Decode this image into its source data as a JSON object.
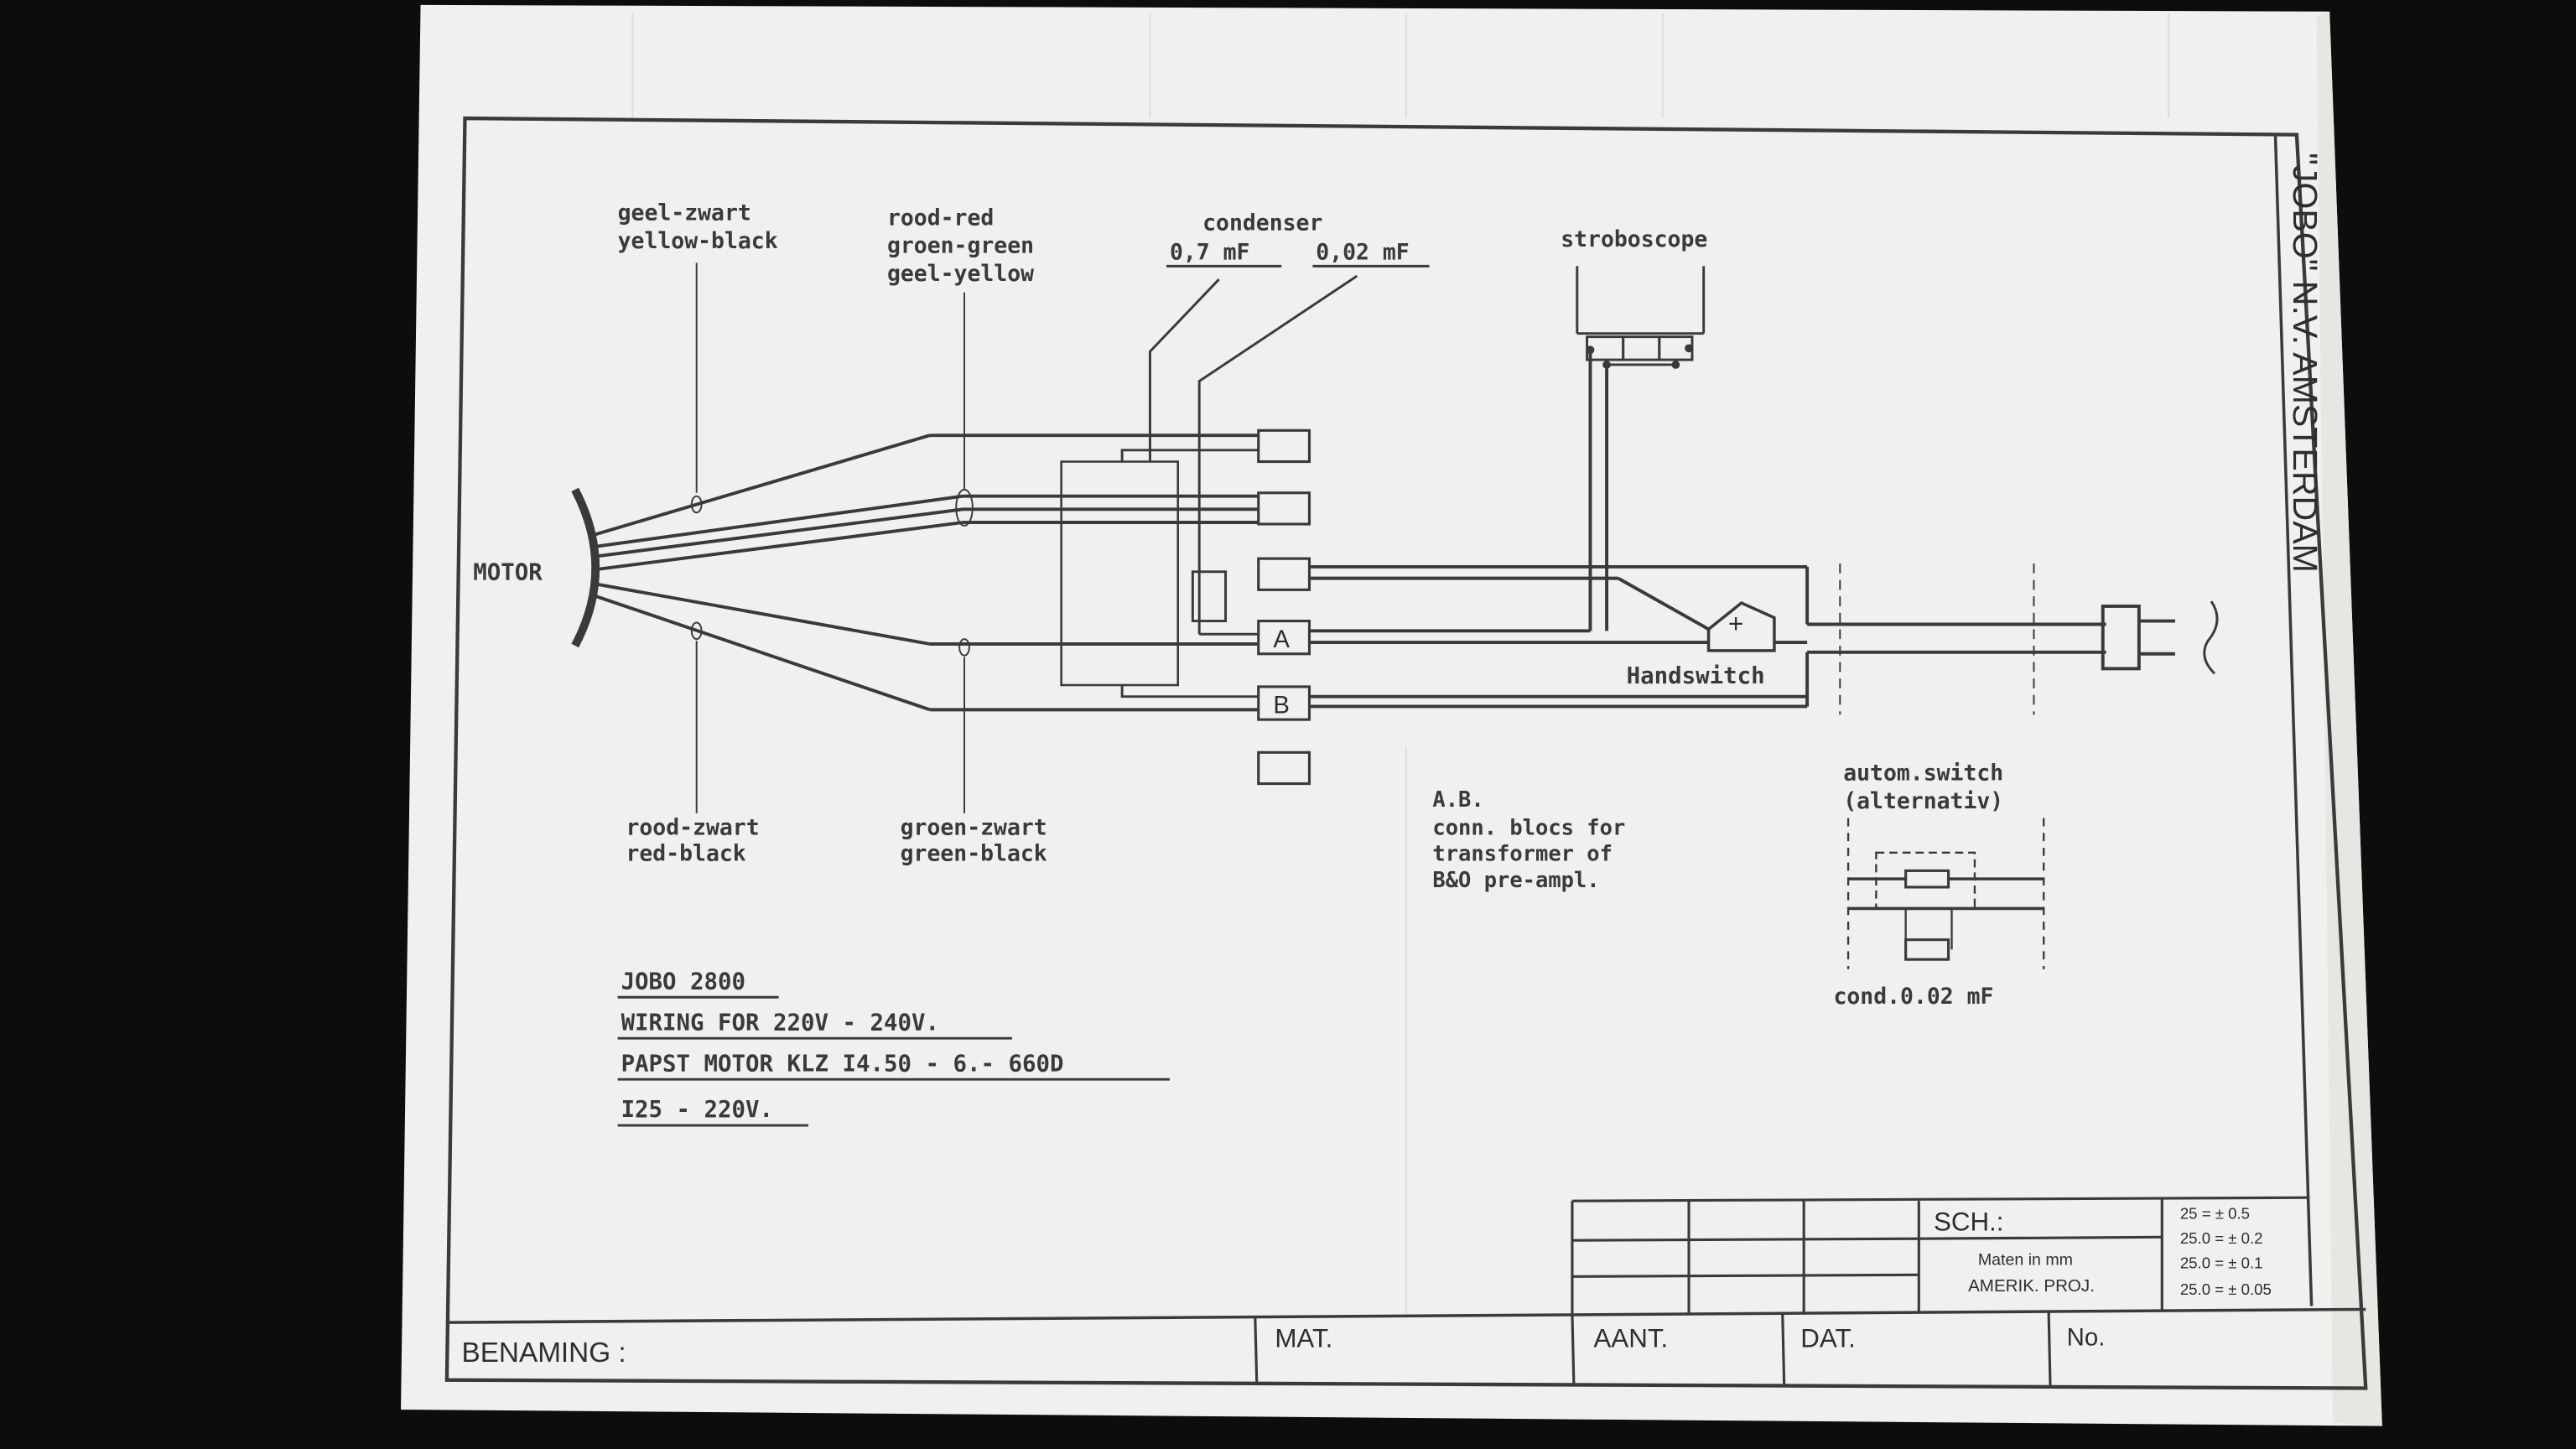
{
  "title_block": {
    "company": "\"JOBO\" N.V. AMSTERDAM",
    "benaming_label": "BENAMING :",
    "mat_label": "MAT.",
    "aant_label": "AANT.",
    "dat_label": "DAT.",
    "no_label": "No.",
    "sch_label": "SCH.:",
    "maten_label": "Maten in mm",
    "amerik_label": "AMERIK. PROJ.",
    "tolerances": [
      "25   = ± 0.5",
      "25.0 = ± 0.2",
      "25.0 = ± 0.1",
      "25.0 = ± 0.05"
    ]
  },
  "wire_labels": {
    "top_left": [
      "geel-zwart",
      "yellow-black"
    ],
    "top_mid": [
      "rood-red",
      "groen-green",
      "geel-yellow"
    ],
    "bottom_left": [
      "rood-zwart",
      "red-black"
    ],
    "bottom_mid": [
      "groen-zwart",
      "green-black"
    ]
  },
  "components": {
    "motor": "MOTOR",
    "condenser_title": "condenser",
    "cap1": "0,7 mF",
    "cap2": "0,02 mF",
    "stroboscope": "stroboscope",
    "handswitch": "Handswitch",
    "handswitch_symbol": "+",
    "block_a": "A",
    "block_b": "B",
    "autom_switch": [
      "autom.switch",
      "(alternativ)"
    ],
    "autom_cond": "cond.0.02 mF"
  },
  "note": [
    "A.B.",
    "conn. blocs for",
    "transformer of",
    "B&O pre-ampl."
  ],
  "model_notes": [
    "JOBO 2800",
    "WIRING FOR 220V - 240V.",
    "PAPST MOTOR KLZ I4.50 - 6.- 660D",
    "I25 - 220V."
  ],
  "colors": {
    "background": "#0d0d0d",
    "paper": "#f1f1ef",
    "ink": "#3a3a3a"
  }
}
